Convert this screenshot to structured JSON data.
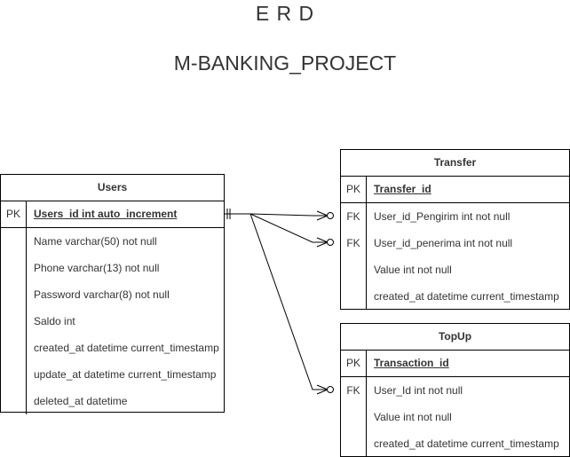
{
  "title": "E R D",
  "subtitle": "M-BANKING_PROJECT",
  "users": {
    "name": "Users",
    "pk_label": "PK",
    "pk_field": "Users_id int auto_increment",
    "fields": [
      "Name varchar(50) not null",
      "Phone varchar(13) not null",
      "Password varchar(8) not null",
      "Saldo int",
      "created_at datetime current_timestamp",
      "update_at datetime current_timestamp",
      "deleted_at datetime"
    ]
  },
  "transfer": {
    "name": "Transfer",
    "pk_label": "PK",
    "pk_field": "Transfer_id",
    "fk_label": "FK",
    "fields": [
      "User_id_Pengirim int not null",
      "User_id_penerima int not null",
      "Value int not null",
      "created_at datetime current_timestamp"
    ]
  },
  "topup": {
    "name": "TopUp",
    "pk_label": "PK",
    "pk_field": "Transaction_id",
    "fk_label": "FK",
    "fields": [
      "User_Id int not null",
      "Value int not null",
      "created_at datetime current_timestamp"
    ]
  },
  "colors": {
    "border": "#000000",
    "text": "#333333"
  }
}
